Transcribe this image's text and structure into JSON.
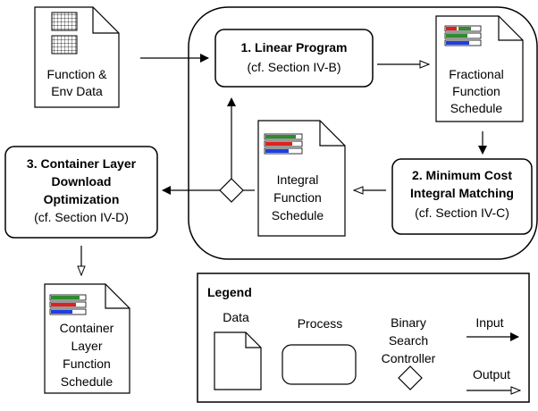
{
  "nodes": {
    "function_env_data": {
      "lines": [
        "Function &",
        "Env Data"
      ]
    },
    "linear_program": {
      "title": "1. Linear Program",
      "ref": "(cf. Section IV-B)"
    },
    "fractional_schedule": {
      "lines": [
        "Fractional",
        "Function",
        "Schedule"
      ]
    },
    "min_cost_matching": {
      "title_lines": [
        "2. Minimum Cost",
        "Integral Matching"
      ],
      "ref": "(cf. Section IV-C)"
    },
    "integral_schedule": {
      "lines": [
        "Integral",
        "Function",
        "Schedule"
      ]
    },
    "container_layer_opt": {
      "title_lines": [
        "3. Container Layer",
        "Download",
        "Optimization"
      ],
      "ref": "(cf. Section IV-D)"
    },
    "container_layer_schedule": {
      "lines": [
        "Container",
        "Layer",
        "Function",
        "Schedule"
      ]
    }
  },
  "legend": {
    "title": "Legend",
    "data_label": "Data",
    "process_label": "Process",
    "controller_lines": [
      "Binary",
      "Search",
      "Controller"
    ],
    "input_label": "Input",
    "output_label": "Output"
  },
  "colors": {
    "schedule_green": "#2e8b2e",
    "schedule_red": "#e02020",
    "schedule_blue": "#1f3fe0"
  }
}
